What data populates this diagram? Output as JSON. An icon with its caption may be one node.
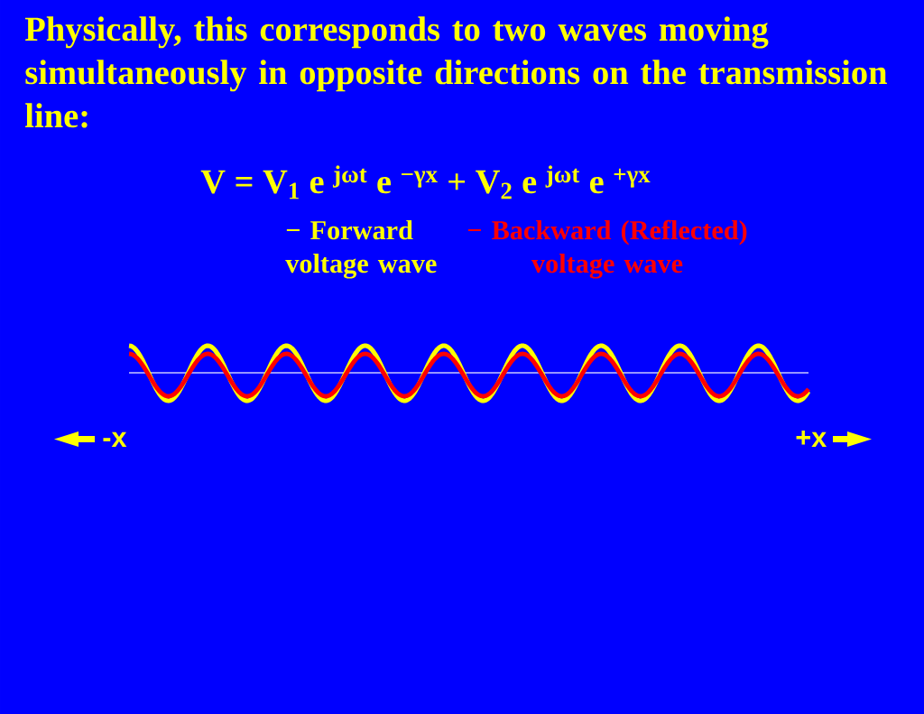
{
  "diagram": {
    "title": "Physically, this corresponds to two waves moving simultaneously in opposite directions on the transmission line:",
    "labels": [
      "V = V$_{1}$ e $^{jωt}$ e $^{−γx}$ + V$_{2}$ e $^{jωt}$ e $^{+γx}$",
      "− Forward voltage wave",
      "− Backward (Reflected) voltage wave",
      "-x",
      "+x"
    ]
  }
}
